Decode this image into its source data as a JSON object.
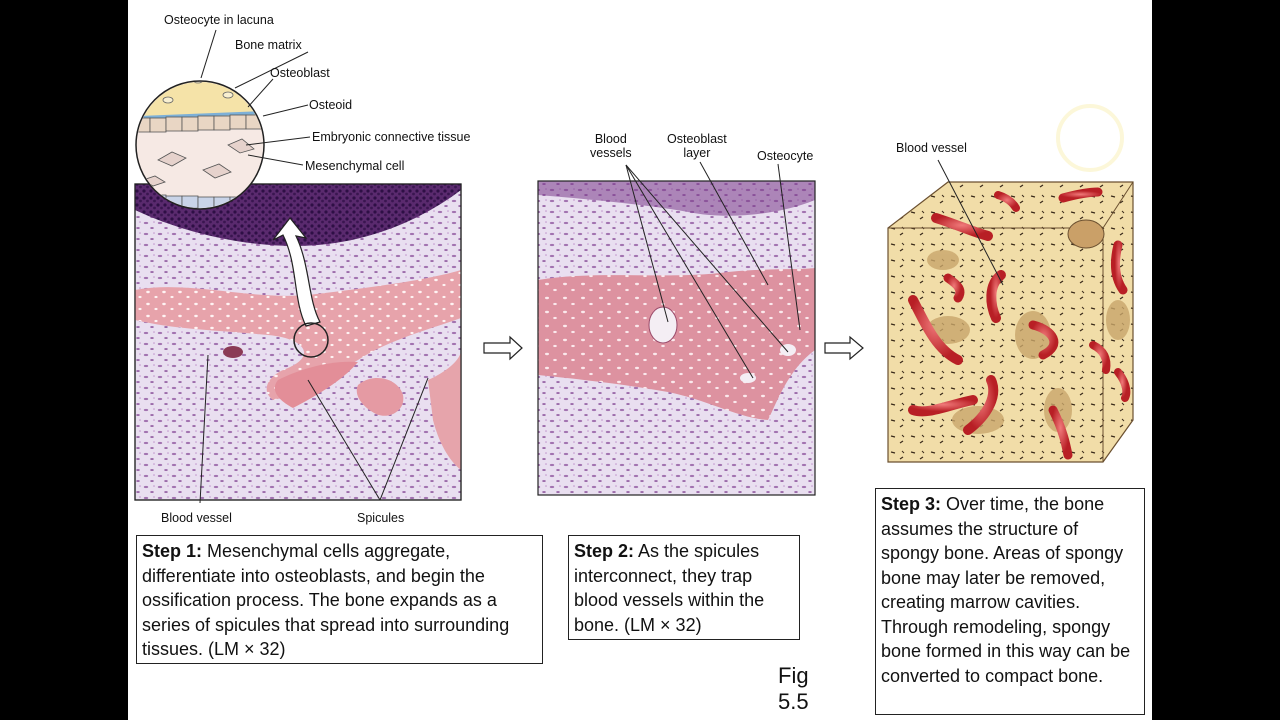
{
  "figure": {
    "label": "Fig\n5.5"
  },
  "step1": {
    "heading": "Step 1:",
    "text": " Mesenchymal cells aggregate, differentiate into osteoblasts, and begin the ossification process. The bone expands as a series of spicules that spread into surrounding tissues. (LM × 32)",
    "labels": {
      "osteocyte_in_lacuna": "Osteocyte in lacuna",
      "bone_matrix": "Bone matrix",
      "osteoblast": "Osteoblast",
      "osteoid": "Osteoid",
      "embryonic_connective_tissue": "Embryonic connective tissue",
      "mesenchymal_cell": "Mesenchymal cell",
      "blood_vessel": "Blood vessel",
      "spicules": "Spicules"
    }
  },
  "step2": {
    "heading": "Step 2:",
    "text": " As the spicules interconnect, they trap blood vessels within the bone. (LM × 32)",
    "labels": {
      "blood_vessels": "Blood\nvessels",
      "osteoblast_layer": "Osteoblast\nlayer",
      "osteocyte": "Osteocyte"
    }
  },
  "step3": {
    "heading": "Step 3:",
    "text": " Over time, the bone assumes the structure of spongy bone. Areas of spongy bone may later be removed, creating marrow cavities. Through remodeling, spongy bone formed in this way can be converted to compact bone.",
    "labels": {
      "blood_vessel": "Blood vessel"
    }
  },
  "colors": {
    "tissue_bg": "#e8dcef",
    "tissue_purple": "#7b3a8c",
    "bone_pink": "#e9a0a8",
    "spongy_bone": "#f0dca6",
    "blood_vessel_red": "#d9373a"
  },
  "icons": [
    "arrow-right-icon",
    "curved-arrow-icon"
  ]
}
